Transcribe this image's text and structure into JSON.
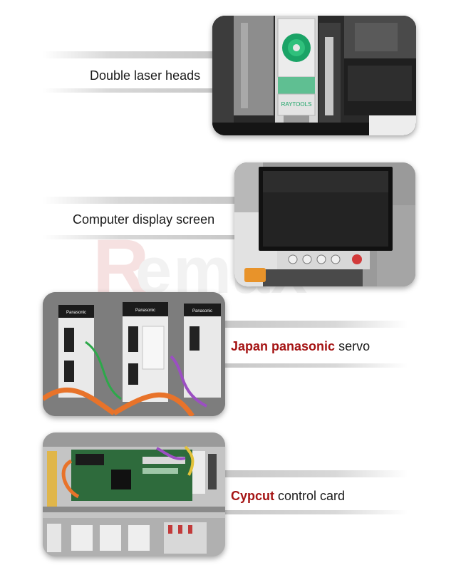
{
  "watermark": {
    "text": "emax",
    "initial": "R"
  },
  "features": [
    {
      "caption": "Double laser heads",
      "photo_label": "RAYTOOLS"
    },
    {
      "caption": "Computer display screen"
    },
    {
      "caption_highlight": "Japan panasonic",
      "caption_rest": " servo",
      "photo_labels": [
        "Panasonic",
        "Panasonic",
        "Panasonic"
      ]
    },
    {
      "caption_highlight": "Cypcut",
      "caption_rest": " control card"
    }
  ],
  "colors": {
    "highlight": "#a51414",
    "text": "#1a1a1a"
  }
}
